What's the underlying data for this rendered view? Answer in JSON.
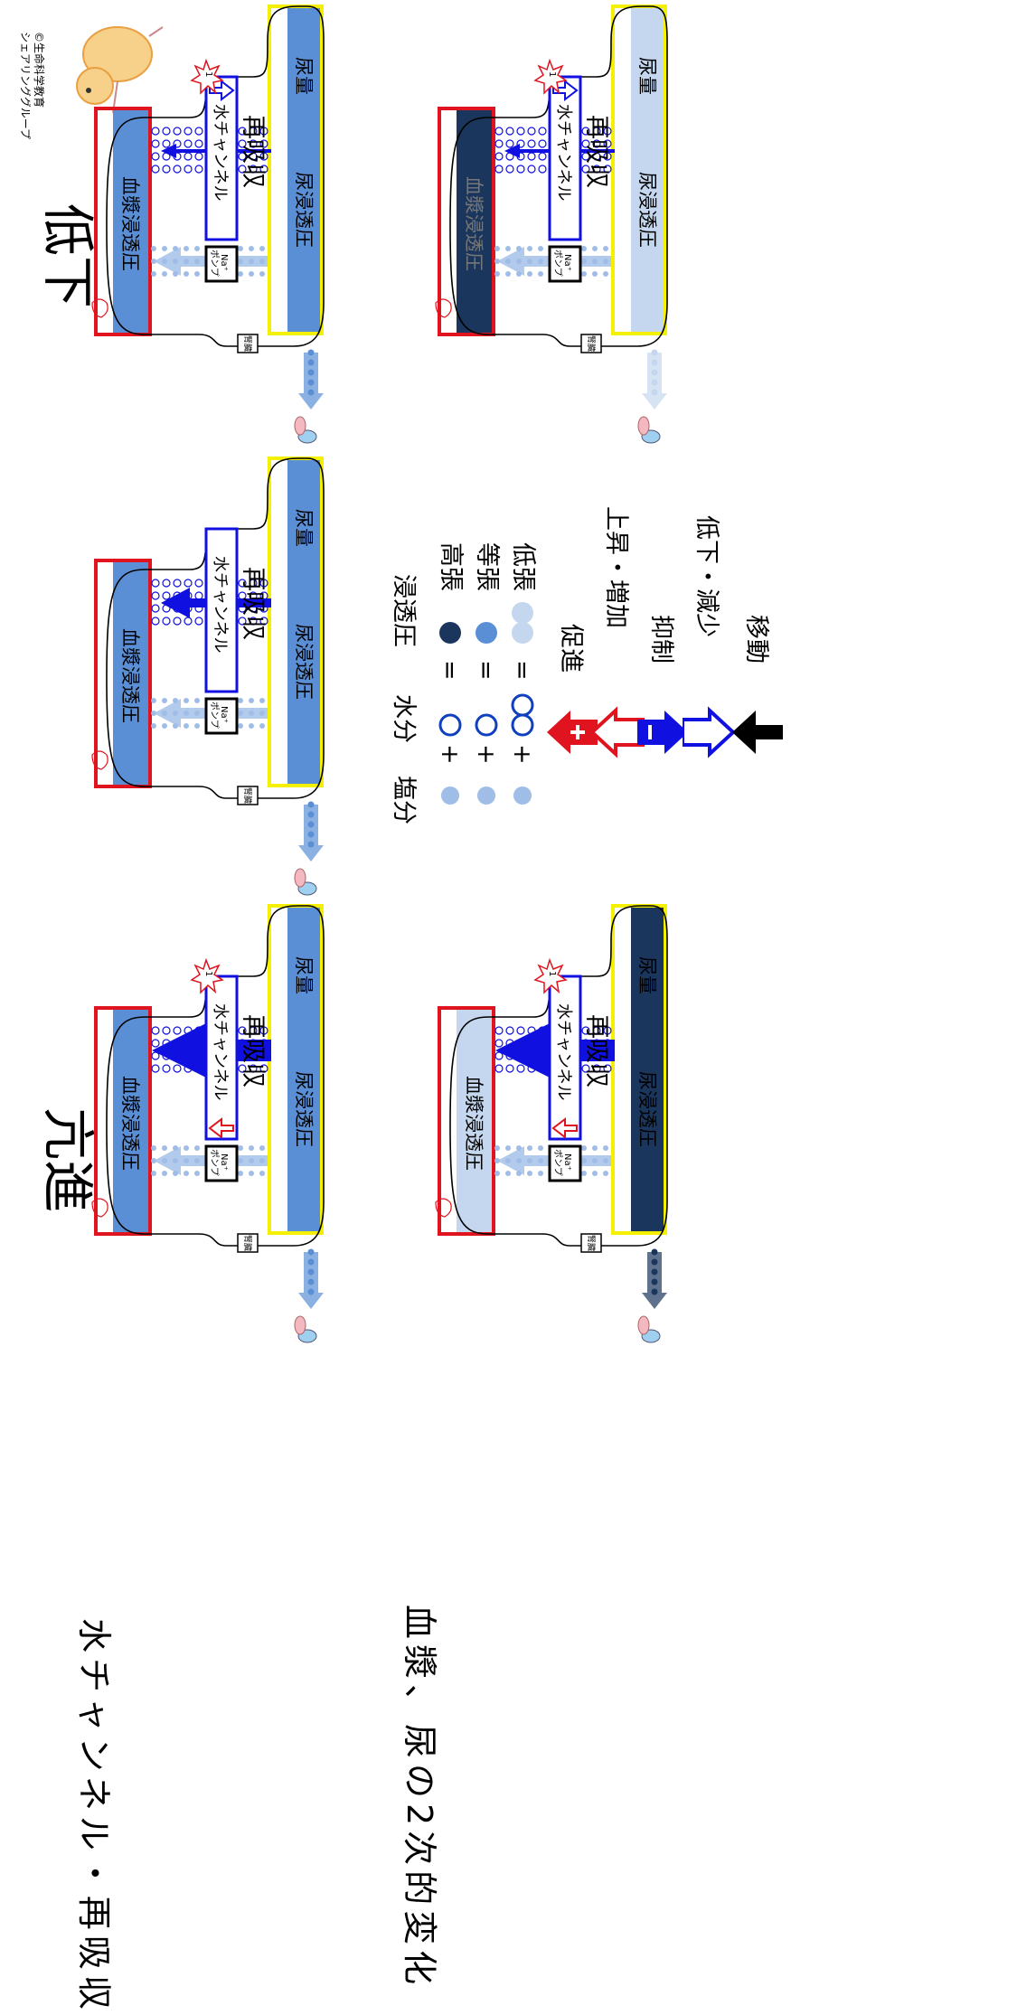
{
  "titles": {
    "increase": "亢進",
    "decrease": "低下"
  },
  "row_labels": {
    "row1": "水チャンネル・再吸収",
    "row2": "血漿、尿の2次的変化"
  },
  "copyright": {
    "line1": "©生命科学教育",
    "line2": "シェアリンググループ"
  },
  "labels": {
    "plasma": "血漿浸透圧",
    "urine_osm": "尿浸透圧",
    "urine_vol": "尿量",
    "channel": "水チャンネル",
    "reabsorption": "再吸収",
    "pump_top": "Na⁺",
    "pump_bottom": "ポンプ",
    "kidney": "腎臓",
    "star_num": "1"
  },
  "colors": {
    "red": "#e0141e",
    "yellow": "#f5f000",
    "blue": "#1010e0",
    "iso": "#5a8fd6",
    "hyper": "#1b365d",
    "hypo": "#c5d7ee",
    "salt": "#9fbde6"
  },
  "panels": [
    {
      "id": "increase-water",
      "plasma_fill": "#5a8fd6",
      "urine_fill": "#5a8fd6",
      "star": true,
      "channel_arrow": "up-red",
      "water_flow": "strong",
      "urine_flow_color": "#5a8fd6"
    },
    {
      "id": "normal-water",
      "plasma_fill": "#5a8fd6",
      "urine_fill": "#5a8fd6",
      "star": false,
      "channel_arrow": "none",
      "water_flow": "normal",
      "urine_flow_color": "#5a8fd6"
    },
    {
      "id": "decrease-water",
      "plasma_fill": "#5a8fd6",
      "urine_fill": "#5a8fd6",
      "star": true,
      "channel_arrow": "down-blue",
      "water_flow": "weak",
      "urine_flow_color": "#5a8fd6"
    },
    {
      "id": "increase-secondary",
      "plasma_fill": "#c5d7ee",
      "urine_fill": "#1b365d",
      "star": true,
      "channel_arrow": "up-red",
      "water_flow": "strong",
      "urine_flow_color": "#1b365d"
    },
    {
      "id": "decrease-secondary",
      "plasma_fill": "#1b365d",
      "urine_fill": "#c5d7ee",
      "star": true,
      "channel_arrow": "down-blue",
      "water_flow": "weak",
      "urine_flow_color": "#c5d7ee"
    }
  ],
  "legend": {
    "headers": {
      "salt": "塩分",
      "water": "水分",
      "osm": "浸透圧"
    },
    "rows": [
      {
        "plus": "+",
        "equals": "=",
        "label": "高張",
        "color": "#1b365d",
        "water_count": 1
      },
      {
        "plus": "+",
        "equals": "=",
        "label": "等張",
        "color": "#5a8fd6",
        "water_count": 1
      },
      {
        "plus": "+",
        "equals": "=",
        "label": "低張",
        "color": "#c5d7ee",
        "water_count": 2
      }
    ],
    "arrows": [
      {
        "label": "促進",
        "icon": "promote-arrow-icon"
      },
      {
        "label": "上昇・増加",
        "icon": "increase-outline-arrow-icon"
      },
      {
        "label": "抑制",
        "icon": "inhibit-arrow-icon"
      },
      {
        "label": "低下・減少",
        "icon": "decrease-outline-arrow-icon"
      },
      {
        "label": "移動",
        "icon": "move-arrow-icon"
      }
    ]
  }
}
